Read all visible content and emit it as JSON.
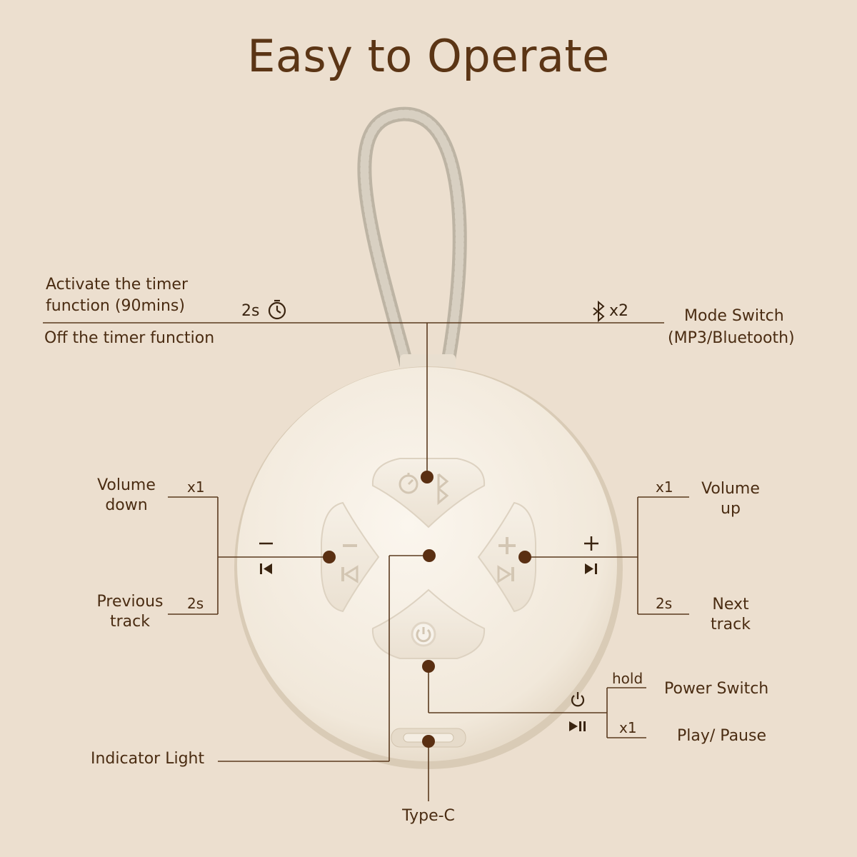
{
  "title": "Easy to Operate",
  "labels": {
    "timer_on_line1": "Activate the timer",
    "timer_on_line2": "function (90mins)",
    "timer_off": "Off the timer function",
    "timer_press": "2s",
    "mode_press": "x2",
    "mode_line1": "Mode Switch",
    "mode_line2": "(MP3/Bluetooth)",
    "vol_down_line1": "Volume",
    "vol_down_line2": "down",
    "vol_down_press": "x1",
    "prev_line1": "Previous",
    "prev_line2": "track",
    "prev_press": "2s",
    "vol_up_line1": "Volume",
    "vol_up_line2": "up",
    "vol_up_press": "x1",
    "next_line1": "Next",
    "next_line2": "track",
    "next_press": "2s",
    "power_press": "hold",
    "power": "Power Switch",
    "play_press": "x1",
    "play": "Play/ Pause",
    "indicator": "Indicator Light",
    "typec": "Type-C"
  },
  "icons": {
    "timer": "stopwatch-icon",
    "bluetooth": "bluetooth-icon",
    "minus": "minus-icon",
    "prev": "previous-track-icon",
    "plus": "plus-icon",
    "next": "next-track-icon",
    "power": "power-icon",
    "play_pause": "play-pause-icon"
  },
  "colors": {
    "background": "#ecdfcf",
    "text": "#4a2c12",
    "title": "#5b3515",
    "line": "#5a3a1e",
    "dot": "#5a2f12",
    "device": "#f3ebdd"
  }
}
